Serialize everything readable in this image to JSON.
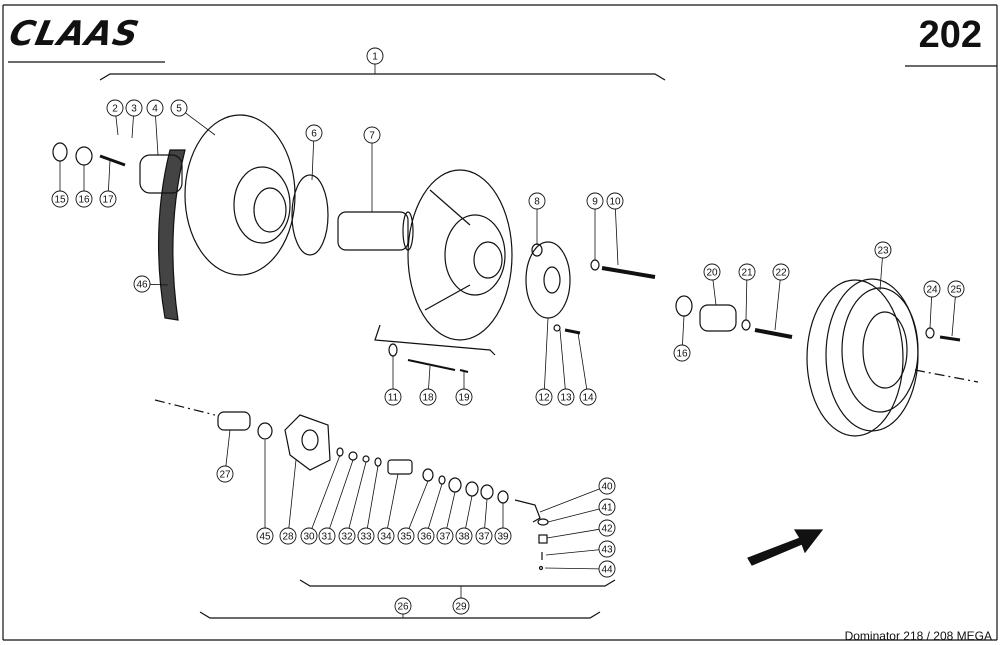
{
  "header": {
    "brand": "CLAAS",
    "page_number": "202"
  },
  "footer": {
    "model": "Dominator 218 / 208 MEGA"
  },
  "callouts": [
    "1",
    "2",
    "3",
    "4",
    "5",
    "6",
    "7",
    "8",
    "9",
    "10",
    "11",
    "12",
    "13",
    "14",
    "15",
    "16",
    "17",
    "16",
    "18",
    "19",
    "20",
    "21",
    "22",
    "23",
    "24",
    "25",
    "26",
    "27",
    "28",
    "29",
    "30",
    "31",
    "32",
    "33",
    "34",
    "35",
    "36",
    "37",
    "38",
    "37",
    "39",
    "40",
    "41",
    "42",
    "43",
    "44",
    "45",
    "46"
  ]
}
